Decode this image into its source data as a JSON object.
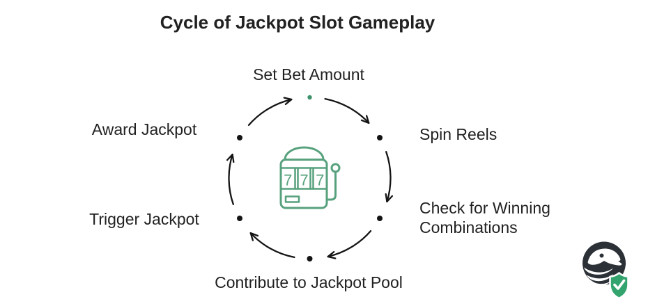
{
  "title": "Cycle of Jackpot Slot Gameplay",
  "cycle": {
    "direction": "clockwise",
    "steps": [
      {
        "label": "Set Bet Amount",
        "position": "top",
        "dot": "green-start"
      },
      {
        "label": "Spin Reels",
        "position": "right-upper",
        "dot": "black"
      },
      {
        "label": "Check for Winning Combinations",
        "position": "right-lower",
        "dot": "black"
      },
      {
        "label": "Contribute to Jackpot Pool",
        "position": "bottom",
        "dot": "black"
      },
      {
        "label": "Trigger Jackpot",
        "position": "left-lower",
        "dot": "black"
      },
      {
        "label": "Award Jackpot",
        "position": "left-upper",
        "dot": "black"
      }
    ]
  },
  "center_icon": {
    "icon": "slot-machine-icon",
    "reel_symbols": [
      "7",
      "7",
      "7"
    ]
  },
  "logo": {
    "icon": "eagle-circle-logo",
    "badge_icon": "shield-checkmark-badge"
  },
  "colors": {
    "text": "#212121",
    "arrow": "#141414",
    "slot_green": "#57a17d",
    "start_dot_green": "#3e936c",
    "logo_dark": "#2c3137",
    "shield_green": "#34a46f"
  }
}
